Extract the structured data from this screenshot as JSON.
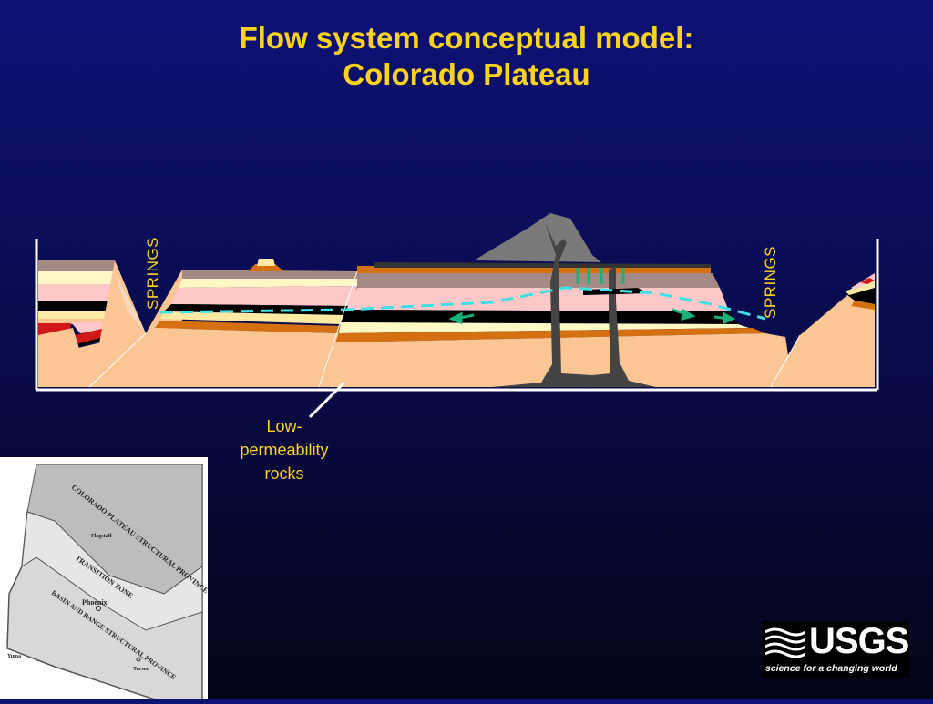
{
  "title": {
    "line1": "Flow system conceptual model:",
    "line2": "Colorado Plateau"
  },
  "labels": {
    "springs_left": "SPRINGS",
    "springs_right": "SPRINGS",
    "low_permeability_line1": "Low-",
    "low_permeability_line2": "permeability",
    "low_permeability_line3": "rocks"
  },
  "map": {
    "province_1": "COLORADO PLATEAU STRUCTURAL PROVINCE",
    "province_2": "TRANSITION ZONE",
    "province_3": "BASIN AND RANGE STRUCTURAL PROVINCE",
    "city_1": "Flagstaff",
    "city_2": "Phoenix",
    "city_3": "Tucson",
    "city_4": "Yuma"
  },
  "logo": {
    "wordmark": "USGS",
    "tagline": "science for a changing world"
  },
  "colors": {
    "background_top": "#0d1275",
    "background_bottom": "#040418",
    "title": "#ffd21f",
    "flow_path": "#3ee0e6",
    "base_rock": "#fbc594",
    "volcanic": "#444444"
  }
}
